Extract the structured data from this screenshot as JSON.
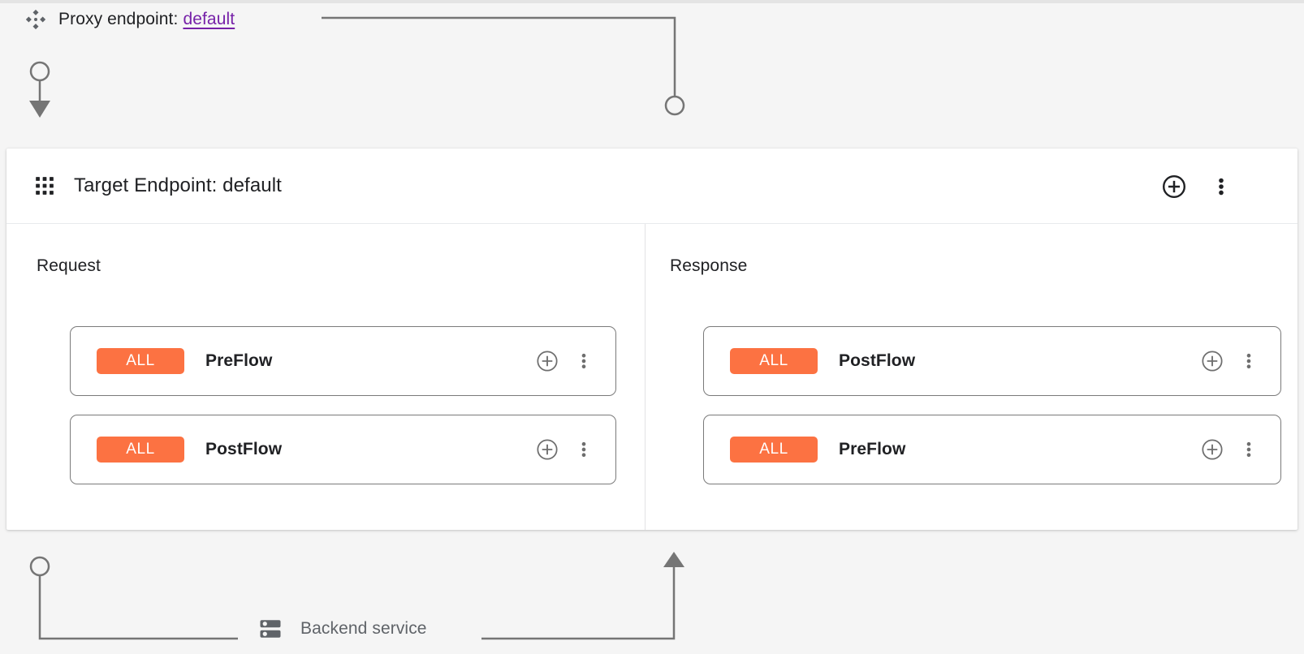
{
  "proxy_header": {
    "icon": "diamond-cluster-icon",
    "label": "Proxy endpoint:",
    "endpoint_name": "default",
    "link_color": "#7621a8"
  },
  "target_panel": {
    "icon": "apps-grid-icon",
    "title": "Target Endpoint: default",
    "actions": {
      "add": "add-circle-icon",
      "more": "more-vert-icon"
    },
    "columns": [
      {
        "name": "request",
        "label": "Request",
        "flows": [
          {
            "badge": "ALL",
            "label": "PreFlow",
            "add": "add-circle-icon",
            "more": "more-vert-icon"
          },
          {
            "badge": "ALL",
            "label": "PostFlow",
            "add": "add-circle-icon",
            "more": "more-vert-icon"
          }
        ]
      },
      {
        "name": "response",
        "label": "Response",
        "flows": [
          {
            "badge": "ALL",
            "label": "PostFlow",
            "add": "add-circle-icon",
            "more": "more-vert-icon"
          },
          {
            "badge": "ALL",
            "label": "PreFlow",
            "add": "add-circle-icon",
            "more": "more-vert-icon"
          }
        ]
      }
    ]
  },
  "backend": {
    "icon": "server-stack-icon",
    "label": "Backend service"
  },
  "colors": {
    "badge_orange": "#fc7242",
    "link_purple": "#7621a8",
    "connector_gray": "#757575",
    "page_background": "#f5f5f5",
    "panel_background": "#ffffff",
    "card_border": "#7a7a7a"
  }
}
